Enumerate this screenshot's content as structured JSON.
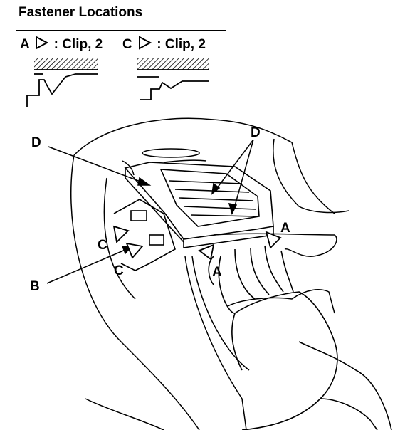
{
  "title": "Fastener Locations",
  "legend": [
    {
      "letter": "A",
      "text": ": Clip, 2"
    },
    {
      "letter": "C",
      "text": ": Clip, 2"
    }
  ],
  "callouts": {
    "d_left": "D",
    "d_top": "D",
    "b": "B",
    "c1": "C",
    "c2": "C",
    "a1": "A",
    "a2": "A"
  },
  "icons": [
    "triangle-pointer-icon",
    "clip-profile-icon",
    "hand-icon"
  ]
}
